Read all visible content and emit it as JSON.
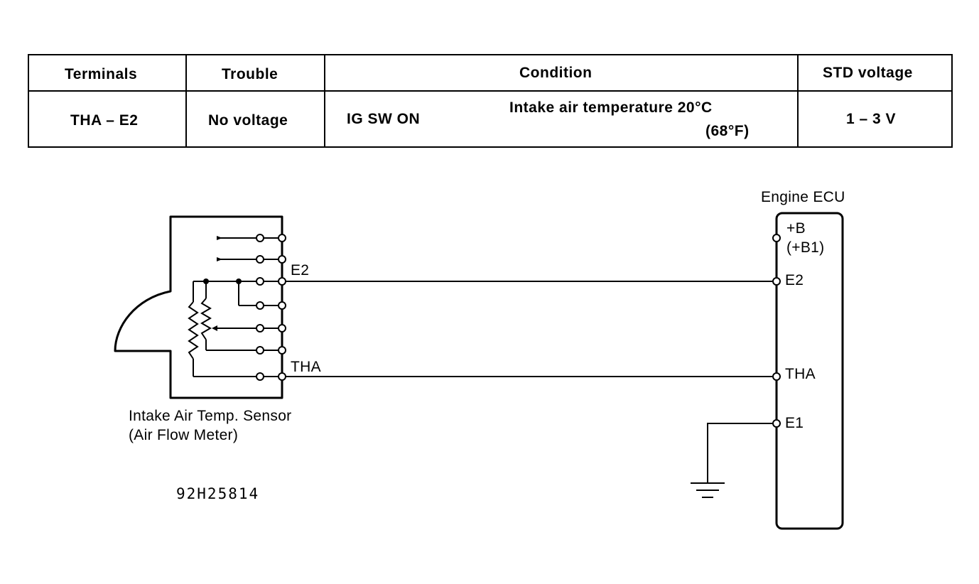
{
  "table": {
    "headers": {
      "terminals": "Terminals",
      "trouble": "Trouble",
      "condition": "Condition",
      "std_voltage": "STD voltage"
    },
    "row": {
      "terminals": "THA – E2",
      "trouble": "No voltage",
      "condition_switch": "IG SW ON",
      "condition_detail": "Intake air temperature 20°C",
      "condition_detail_f": "(68°F)",
      "std_voltage": "1 – 3 V"
    }
  },
  "diagram": {
    "sensor_label_line1": "Intake Air Temp. Sensor",
    "sensor_label_line2": "(Air Flow Meter)",
    "figure_code": "92H25814",
    "sensor_terminal_e2": "E2",
    "sensor_terminal_tha": "THA",
    "ecu_title": "Engine ECU",
    "ecu_b": "+B",
    "ecu_b1": "(+B1)",
    "ecu_e2": "E2",
    "ecu_tha": "THA",
    "ecu_e1": "E1"
  }
}
